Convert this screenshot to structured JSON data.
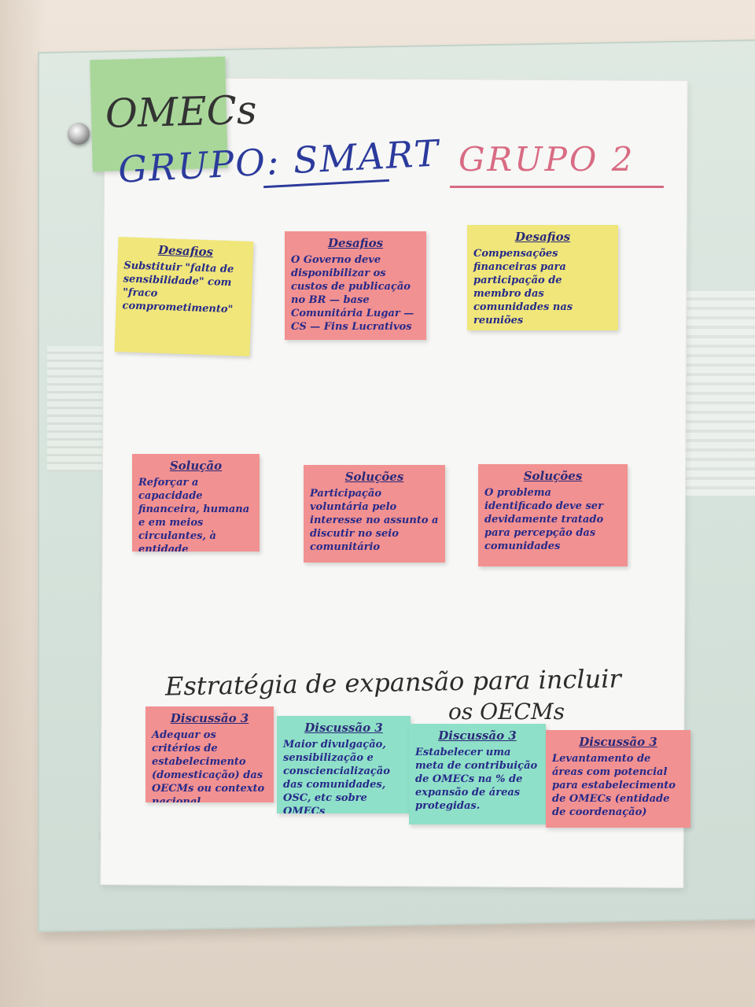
{
  "wall": {
    "color": "#efe5da"
  },
  "omecs_note": {
    "text": "OMECs"
  },
  "headers": {
    "grupo_smart": "GRUPO: SMART",
    "grupo_2": "GRUPO 2"
  },
  "desafios": [
    {
      "heading": "Desafios",
      "text": "Substituir \"falta de sensibilidade\" com \"fraco comprometimento\""
    },
    {
      "heading": "Desafios",
      "text": "O Governo deve disponibilizar os custos de publicação no BR — base Comunitária Lugar — CS — Fins Lucrativos"
    },
    {
      "heading": "Desafios",
      "text": "Compensações financeiras para participação de membro das comunidades nas reuniões"
    }
  ],
  "solucoes": [
    {
      "heading": "Solução",
      "text": "Reforçar a capacidade financeira, humana e em meios circulantes, à entidade governamental"
    },
    {
      "heading": "Soluções",
      "text": "Participação voluntária pelo interesse no assunto a discutir no seio comunitário"
    },
    {
      "heading": "Soluções",
      "text": "O problema identificado deve ser devidamente tratado para percepção das comunidades"
    }
  ],
  "strategy": {
    "line1": "Estratégia de expansão para incluir",
    "line2": "os OECMs"
  },
  "discussoes": [
    {
      "heading": "Discussão 3",
      "text": "Adequar os critérios de estabelecimento (domesticação) das OECMs ou contexto nacional"
    },
    {
      "heading": "Discussão 3",
      "text": "Maior divulgação, sensibilização e consciencialização das comunidades, OSC, etc sobre OMECs"
    },
    {
      "heading": "Discussão 3",
      "text": "Estabelecer uma meta de contribuição de OMECs na % de expansão de áreas protegidas."
    },
    {
      "heading": "Discussão 3",
      "text": "Levantamento de áreas com potencial para estabelecimento de OMECs (entidade de coordenação)"
    }
  ]
}
